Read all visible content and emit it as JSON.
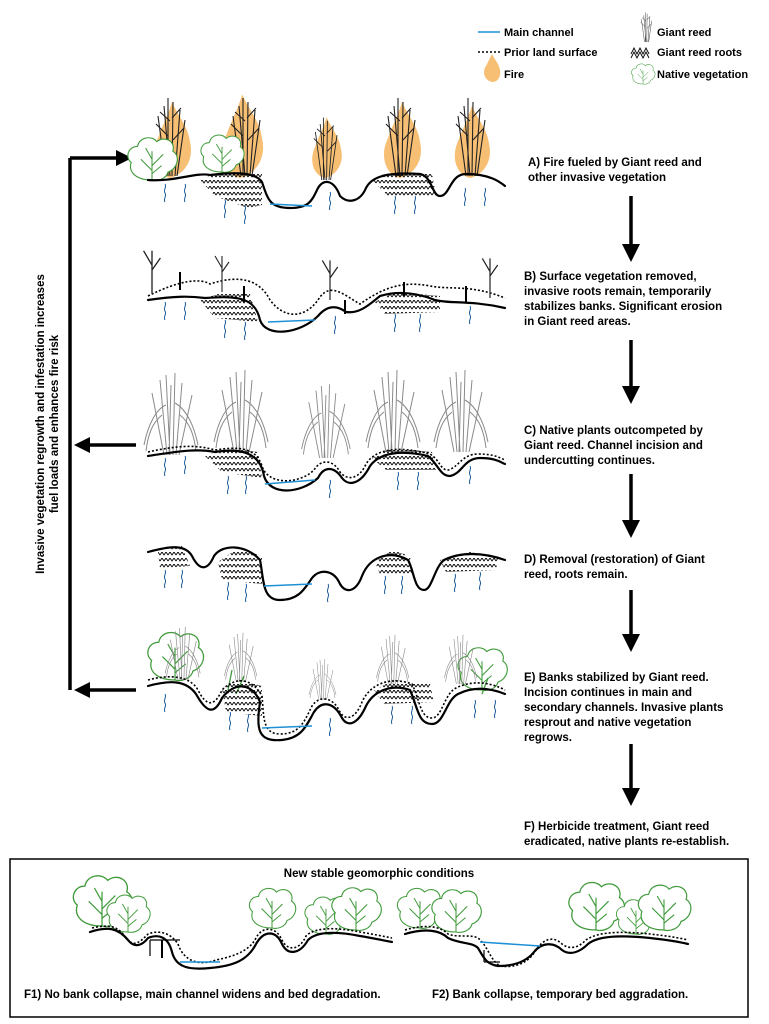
{
  "legend": {
    "main_channel": "Main channel",
    "prior_land_surface": "Prior land surface",
    "fire": "Fire",
    "giant_reed": "Giant reed",
    "giant_reed_roots": "Giant reed roots",
    "native_vegetation": "Native vegetation",
    "colors": {
      "main_channel": "#1e90d6",
      "fire": "#f5b45c",
      "native_vegetation": "#3f9b3a"
    }
  },
  "side_label": {
    "line1": "Invasive vegetation regrowth and infestation increases",
    "line2": "fuel loads and enhances fire risk"
  },
  "stages": [
    {
      "id": "A",
      "lines": [
        "A) Fire fueled by Giant reed and",
        "other invasive vegetation"
      ]
    },
    {
      "id": "B",
      "lines": [
        "B) Surface vegetation removed,",
        "invasive roots remain, temporarily",
        "stabilizes banks. Significant erosion",
        "in Giant reed areas."
      ]
    },
    {
      "id": "C",
      "lines": [
        "C) Native plants outcompeted by",
        "Giant reed. Channel incision and",
        "undercutting continues."
      ]
    },
    {
      "id": "D",
      "lines": [
        "D) Removal (restoration) of Giant",
        "reed, roots remain."
      ]
    },
    {
      "id": "E",
      "lines": [
        "E) Banks stabilized by Giant reed.",
        "Incision continues in main and",
        "secondary channels. Invasive plants",
        "resprout and native vegetation",
        "regrows."
      ]
    },
    {
      "id": "F",
      "lines": [
        "F) Herbicide treatment, Giant reed",
        "eradicated, native plants re-establish."
      ]
    }
  ],
  "box": {
    "title": "New stable geomorphic conditions",
    "f1": "F1) No bank collapse, main channel widens and bed degradation.",
    "f2": "F2) Bank collapse, temporary bed aggradation."
  }
}
